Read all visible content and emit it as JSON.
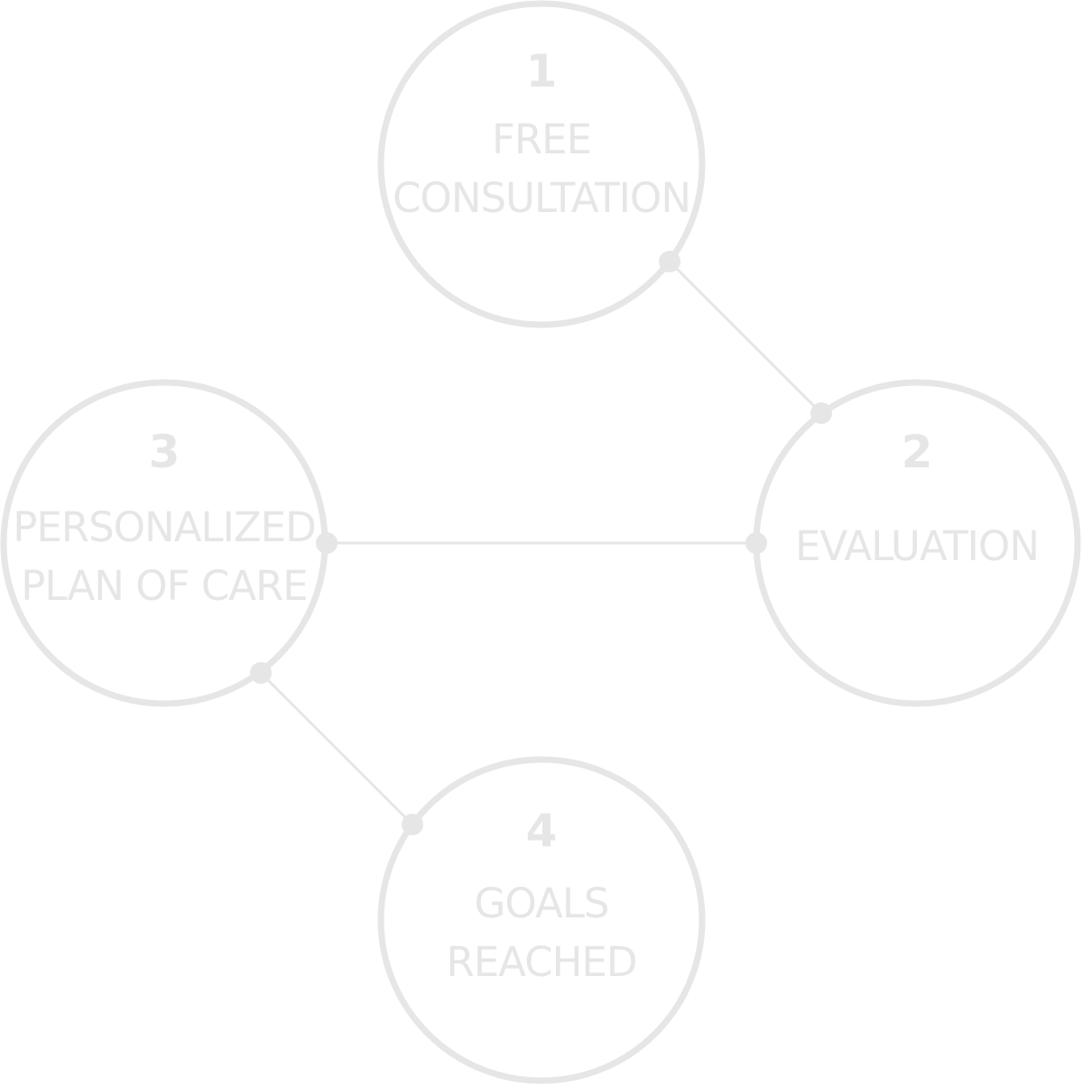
{
  "colors": {
    "line": "#e6e6e6",
    "text": "#e6e6e6",
    "background": "#ffffff"
  },
  "steps": [
    {
      "number": "1",
      "line1": "FREE",
      "line2": "CONSULTATION"
    },
    {
      "number": "2",
      "line1": "EVALUATION",
      "line2": ""
    },
    {
      "number": "3",
      "line1": "PERSONALIZED",
      "line2": "PLAN OF CARE"
    },
    {
      "number": "4",
      "line1": "GOALS",
      "line2": "REACHED"
    }
  ]
}
